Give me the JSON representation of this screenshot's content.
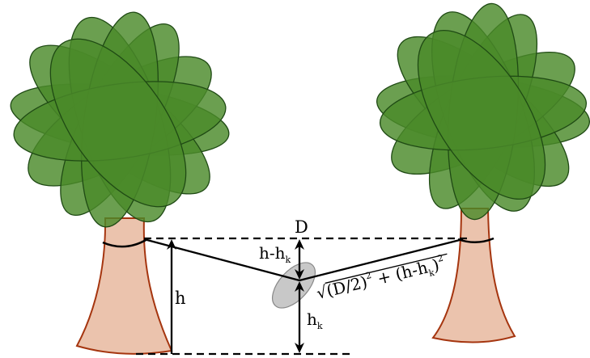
{
  "labels": {
    "D": "D",
    "h": "h",
    "h_minus_hk_main": "h-h",
    "h_minus_hk_sub": "k",
    "hk_main": "h",
    "hk_sub": "k",
    "sqrt_symbol": "√",
    "formula_part1": "(D/2)",
    "formula_exp1": "2",
    "formula_part2": " + (h-h",
    "formula_sub": "k",
    "formula_part3": ")",
    "formula_exp2": "2"
  },
  "colors": {
    "foliage": "#4a8a2a",
    "foliage_stroke": "#1f4a14",
    "trunk": "#ebc3ad",
    "trunk_stroke": "#a5350f",
    "weight": "#c8c8c8",
    "weight_stroke": "#888888",
    "line": "#000000"
  }
}
